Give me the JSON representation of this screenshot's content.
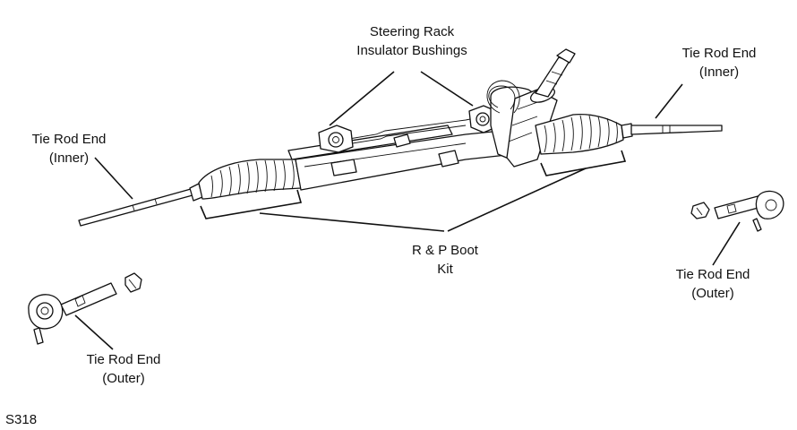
{
  "labels": {
    "rack_bushings_line1": "Steering Rack",
    "rack_bushings_line2": "Insulator Bushings",
    "tie_rod_inner_right_line1": "Tie Rod End",
    "tie_rod_inner_right_line2": "(Inner)",
    "tie_rod_inner_left_line1": "Tie Rod End",
    "tie_rod_inner_left_line2": "(Inner)",
    "boot_kit_line1": "R & P Boot",
    "boot_kit_line2": "Kit",
    "tie_rod_outer_right_line1": "Tie Rod End",
    "tie_rod_outer_right_line2": "(Outer)",
    "tie_rod_outer_left_line1": "Tie Rod End",
    "tie_rod_outer_left_line2": "(Outer)"
  },
  "figure_code": "S318"
}
